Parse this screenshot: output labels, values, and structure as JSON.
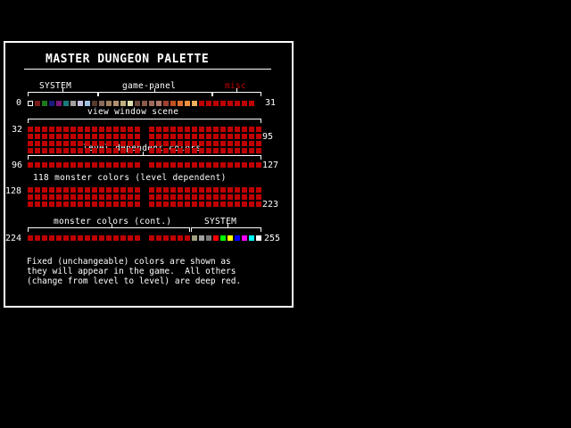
{
  "title": "MASTER DUNGEON PALETTE",
  "deep_red": "#c00000",
  "labels": {
    "system_top": "SYSTEM",
    "game_panel": "game-panel",
    "misc": "misc",
    "view_window": "view window scene",
    "level_dependent": "level dependent colors",
    "monster_colors": "118 monster colors (level dependent)",
    "monster_cont": "monster colors (cont.)",
    "system_bottom": "SYSTEM"
  },
  "label_colors": {
    "misc": "#c00000"
  },
  "numbers": {
    "r0_left": "0",
    "r0_right": "31",
    "r1_left": "32",
    "r1_right": "95",
    "r2_left": "96",
    "r2_right": "127",
    "r3_left": "128",
    "r3_right": "223",
    "r4_left": "224",
    "r4_right": "255"
  },
  "system_colors_top": [
    "#000000",
    "#7a1a1a",
    "#1e7a1e",
    "#1a1a7a",
    "#7a1a7a",
    "#1a7a7a",
    "#a0a0a0",
    "#c0c0e0",
    "#a0c0e0"
  ],
  "game_panel_colors": [
    "#5a3a2a",
    "#8a6a5a",
    "#a08060",
    "#b09070",
    "#c0b080",
    "#e0e0b0",
    "#6a4a3a",
    "#8a5a4a",
    "#a06a5a",
    "#b07a6a",
    "#a04030",
    "#c05020",
    "#e07030",
    "#f09040",
    "#f0b060"
  ],
  "system_colors_bottom": [
    "#a0a080",
    "#a0a0a0",
    "#7a7a7a",
    "#ff0000",
    "#00ff00",
    "#ffff00",
    "#0000ff",
    "#ff00ff",
    "#00ffff",
    "#ffffff"
  ],
  "footnote": "Fixed (unchangeable) colors are shown as\nthey will appear in the game.  All others\n(change from level to level) are deep red."
}
